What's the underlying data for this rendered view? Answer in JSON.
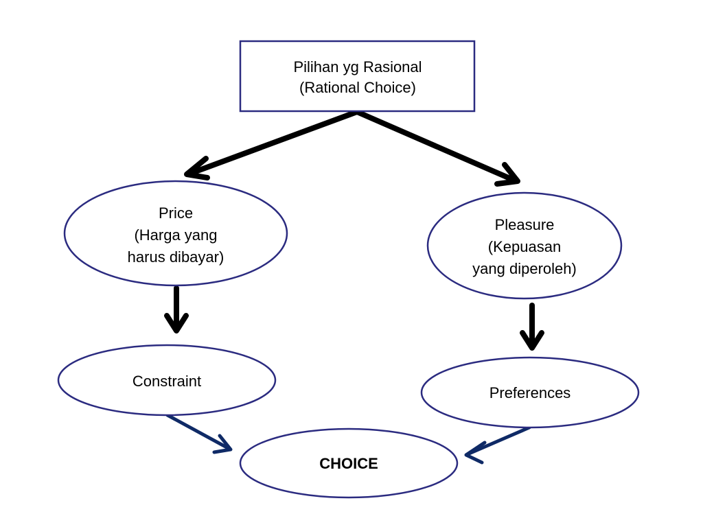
{
  "colors": {
    "node_border": "#2b2b80",
    "node_fill": "#ffffff",
    "arrow_black": "#000000",
    "arrow_navy": "#0f2a66",
    "text": "#000000"
  },
  "nodes": {
    "rational_choice": {
      "shape": "rectangle",
      "lines": [
        "Pilihan yg Rasional",
        "(Rational Choice)"
      ]
    },
    "price": {
      "shape": "ellipse",
      "lines": [
        "Price",
        "(Harga yang",
        "harus dibayar)"
      ]
    },
    "pleasure": {
      "shape": "ellipse",
      "lines": [
        "Pleasure",
        "(Kepuasan",
        "yang diperoleh)"
      ]
    },
    "constraint": {
      "shape": "ellipse",
      "lines": [
        "Constraint"
      ]
    },
    "preferences": {
      "shape": "ellipse",
      "lines": [
        "Preferences"
      ]
    },
    "choice": {
      "shape": "ellipse",
      "lines": [
        "CHOICE"
      ]
    }
  },
  "edges": [
    {
      "from": "rational_choice",
      "to": "price"
    },
    {
      "from": "rational_choice",
      "to": "pleasure"
    },
    {
      "from": "price",
      "to": "constraint"
    },
    {
      "from": "pleasure",
      "to": "preferences"
    },
    {
      "from": "constraint",
      "to": "choice"
    },
    {
      "from": "preferences",
      "to": "choice"
    }
  ]
}
